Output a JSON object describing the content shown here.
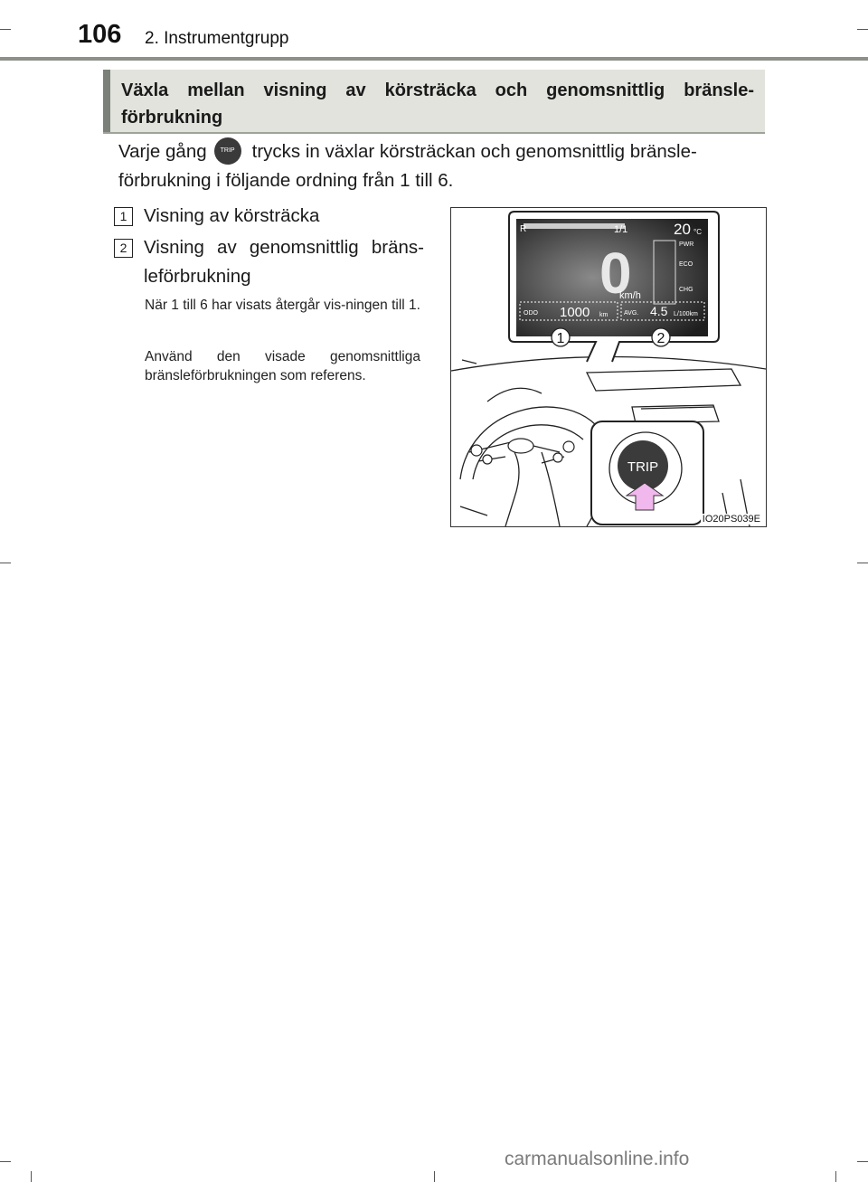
{
  "header": {
    "page_number": "106",
    "chapter": "2. Instrumentgrupp"
  },
  "section": {
    "title": "Växla mellan visning av körsträcka och genomsnittlig bränsle-förbrukning"
  },
  "intro": {
    "before": "Varje gång",
    "button_label": "TRIP",
    "after": "trycks in växlar körsträckan och genomsnittlig bränsle-förbrukning i följande ordning från 1 till 6."
  },
  "items": [
    {
      "number": "1",
      "text": "Visning av körsträcka"
    },
    {
      "number": "2",
      "text": "Visning av genomsnittlig bräns-leförbrukning"
    }
  ],
  "notes": [
    "När 1 till 6 har visats återgår vis-ningen till 1.",
    "Använd den visade genomsnittliga bränsleförbrukningen som referens."
  ],
  "figure": {
    "code": "IO20PS039E",
    "display": {
      "gear": "R",
      "trip_fraction": "1/1",
      "temperature": "20",
      "temp_unit": "°C",
      "speed": "0",
      "speed_unit": "km/h",
      "pwr_label": "PWR",
      "eco_label": "ECO",
      "chg_label": "CHG",
      "odo_label": "ODO",
      "odo_value": "1000",
      "odo_unit": "km",
      "avg_label": "AVG.",
      "avg_value": "4.5",
      "avg_unit": "L/100km"
    },
    "callouts": [
      "1",
      "2"
    ],
    "button_label": "TRIP"
  },
  "watermark": "carmanualsonline.info"
}
